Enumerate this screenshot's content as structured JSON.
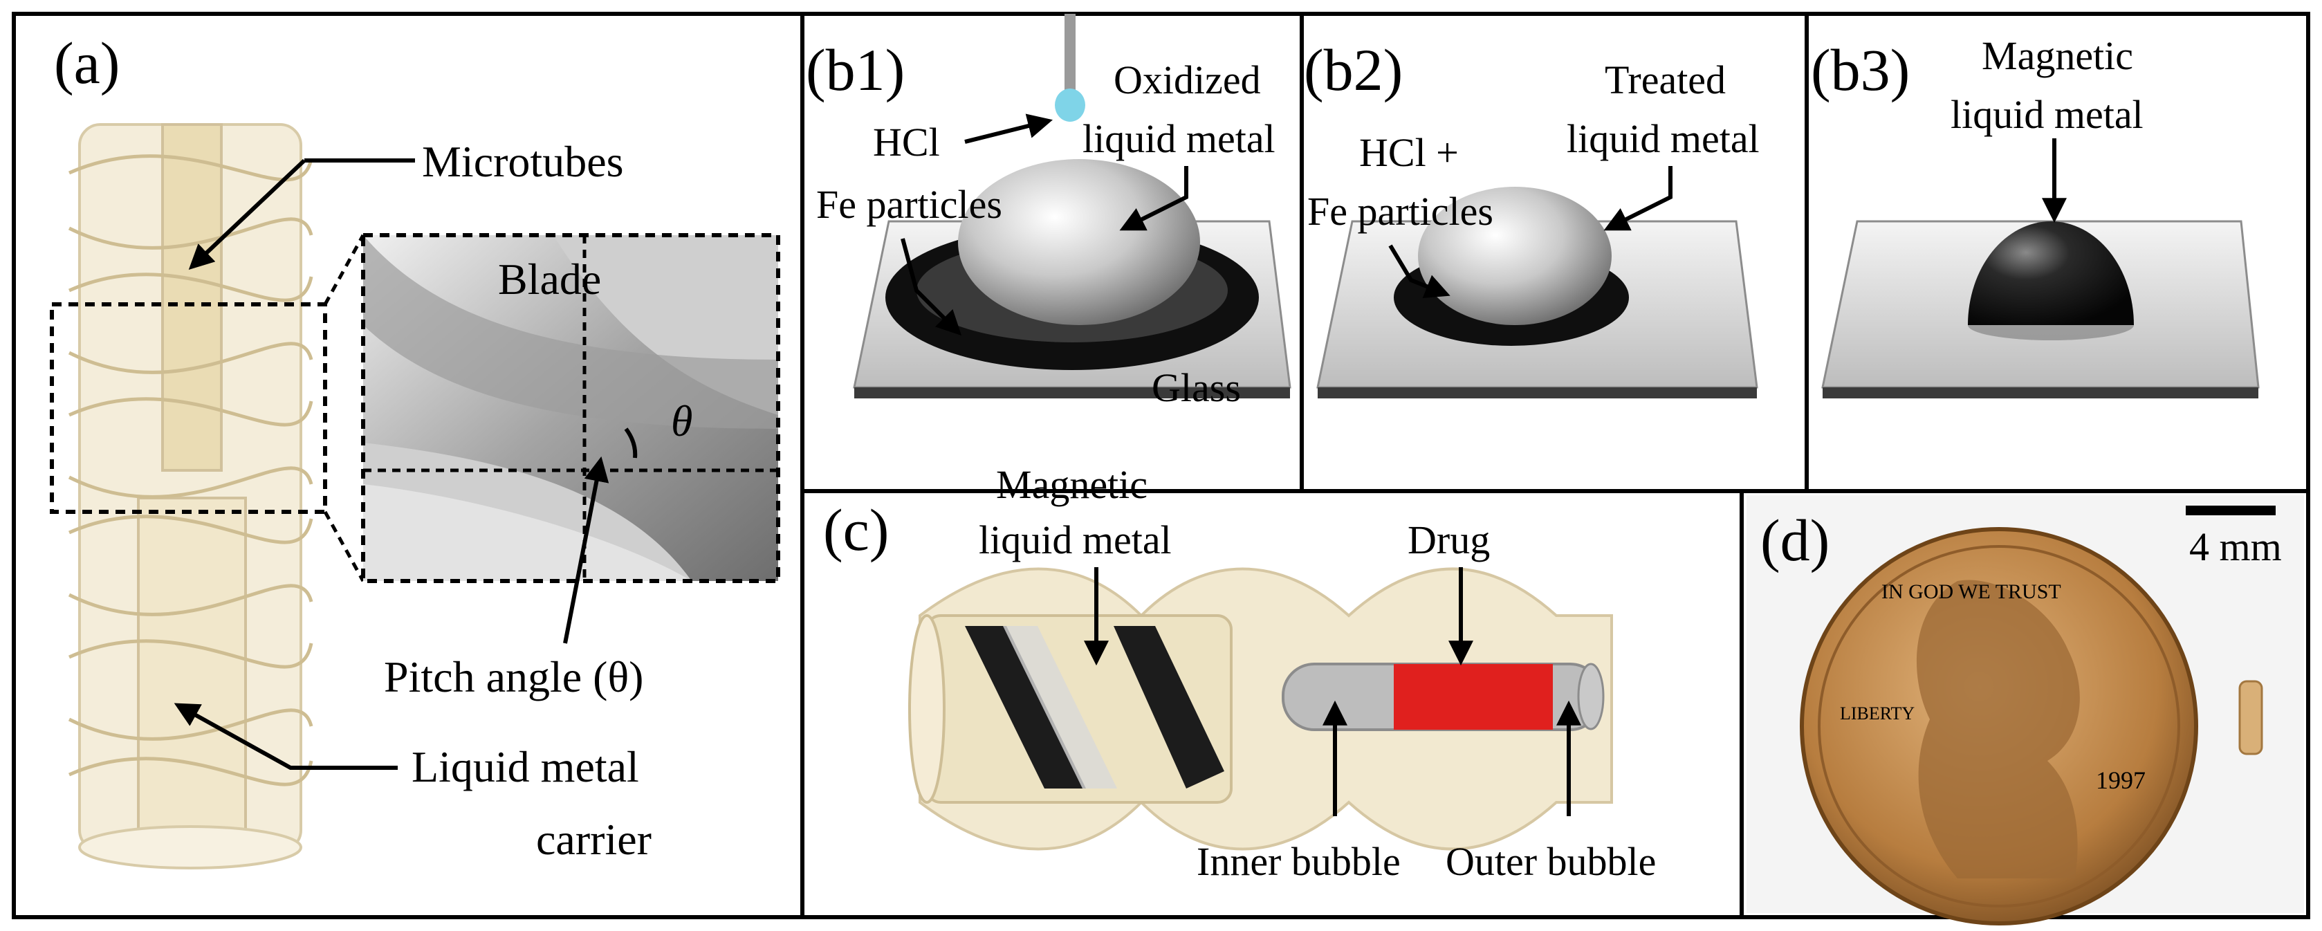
{
  "panels": {
    "a": {
      "label": "(a)",
      "microtubes": "Microtubes",
      "blade": "Blade",
      "theta": "θ",
      "pitch_angle": "Pitch angle (θ)",
      "carrier_line1": "Liquid metal",
      "carrier_line2": "carrier"
    },
    "b1": {
      "label": "(b1)",
      "hcl": "HCl",
      "oxidized_line1": "Oxidized",
      "oxidized_line2": "liquid metal",
      "fe_particles": "Fe particles",
      "glass": "Glass"
    },
    "b2": {
      "label": "(b2)",
      "treated_line1": "Treated",
      "treated_line2": "liquid metal",
      "hcl_plus": "HCl +",
      "fe_particles": "Fe particles"
    },
    "b3": {
      "label": "(b3)",
      "magnetic_line1": "Magnetic",
      "magnetic_line2": "liquid metal"
    },
    "c": {
      "label": "(c)",
      "magnetic_line1": "Magnetic",
      "magnetic_line2": "liquid metal",
      "drug": "Drug",
      "inner_bubble": "Inner bubble",
      "outer_bubble": "Outer bubble"
    },
    "d": {
      "label": "(d)",
      "scale": "4 mm",
      "coin_top": "IN GOD WE TRUST",
      "coin_left": "LIBERTY",
      "coin_year": "1997"
    }
  },
  "colors": {
    "tube": "#e9dcb8",
    "tube_edge": "#c9b78b",
    "metal_dark": "#1c1c1c",
    "metal_silver": "#d8d8d8",
    "drug_red": "#e0201e",
    "glass": "#c8c8c8",
    "coin": "#c08a48",
    "hcl_drop": "#7fd4e8"
  }
}
